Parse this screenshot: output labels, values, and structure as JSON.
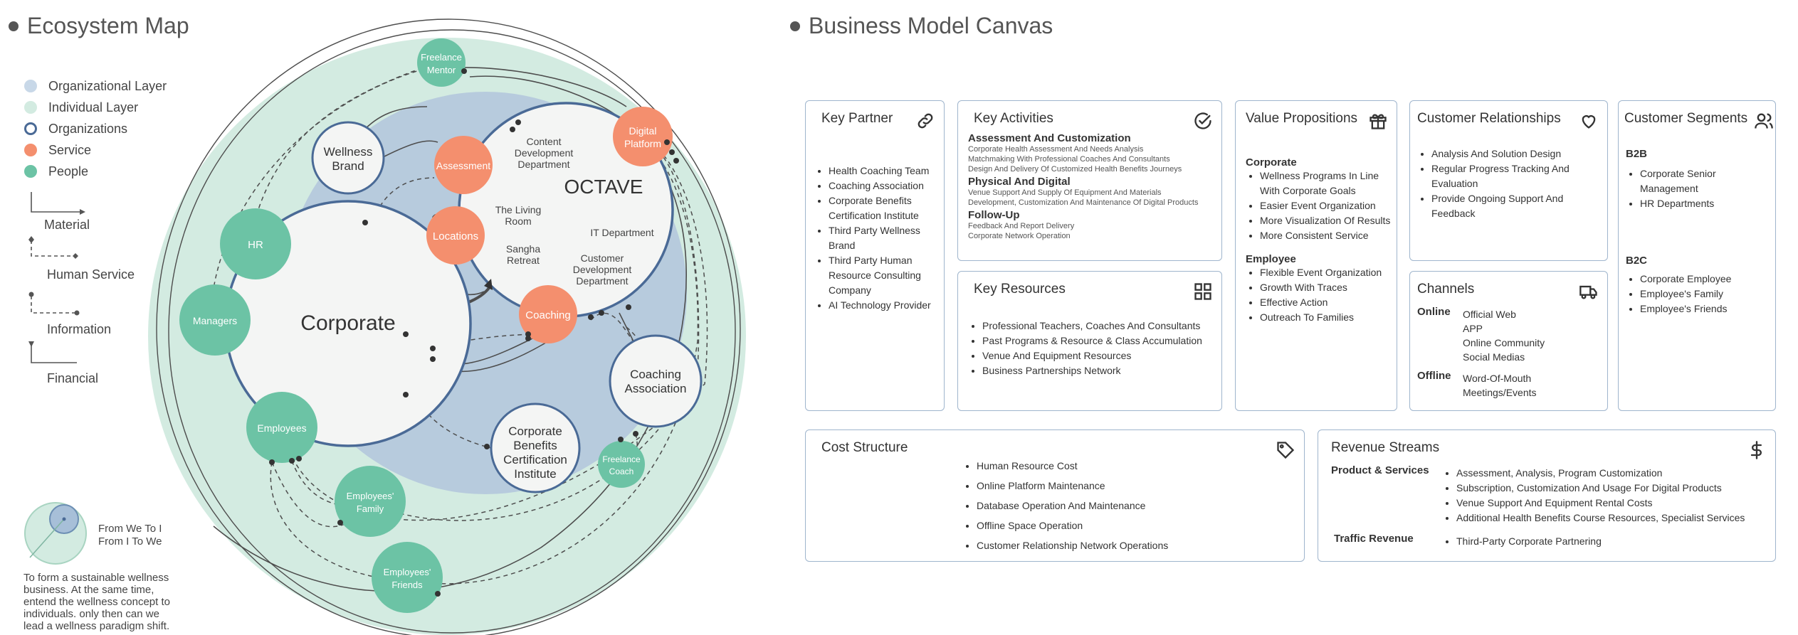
{
  "ecosystem": {
    "title": "Ecosystem Map",
    "legend": [
      {
        "label": "Organizational Layer",
        "color": "#c8d8e8",
        "style": "fill"
      },
      {
        "label": "Individual Layer",
        "color": "#d3ebe1",
        "style": "fill"
      },
      {
        "label": "Organizations",
        "color": "#4a6a96",
        "style": "ring"
      },
      {
        "label": "Service",
        "color": "#f48f6e",
        "style": "fill"
      },
      {
        "label": "People",
        "color": "#6cc3a5",
        "style": "fill"
      }
    ],
    "connectors": [
      "Material",
      "Human Service",
      "Information",
      "Financial"
    ],
    "from_we": [
      "From We To I",
      "From I To We"
    ],
    "note": "To form a sustainable wellness business. At the same time, entend the wellness concept to individuals. only then can we lead a wellness paradigm shift.",
    "nodes": {
      "corporate": "Corporate",
      "octave": "OCTAVE",
      "wellness_brand": [
        "Wellness",
        "Brand"
      ],
      "coaching_association": [
        "Coaching",
        "Association"
      ],
      "corporate_benefits": [
        "Corporate",
        "Benefits",
        "Certification",
        "Institute"
      ],
      "assessment": "Assessment",
      "locations": "Locations",
      "coaching": "Coaching",
      "digital_platform": [
        "Digital",
        "Platform"
      ],
      "freelance_mentor": [
        "Freelance",
        "Mentor"
      ],
      "freelance_coach": [
        "Freelance",
        "Coach"
      ],
      "hr": "HR",
      "managers": "Managers",
      "employees": "Employees",
      "employees_family": [
        "Employees'",
        "Family"
      ],
      "employees_friends": [
        "Employees'",
        "Friends"
      ],
      "content_dept": [
        "Content",
        "Development",
        "Department"
      ],
      "living_room": [
        "The Living",
        "Room"
      ],
      "sangha_retreat": [
        "Sangha",
        "Retreat"
      ],
      "it_dept": "IT Department",
      "customer_dept": [
        "Customer",
        "Development",
        "Department"
      ]
    }
  },
  "canvas": {
    "title": "Business Model Canvas",
    "key_partner": {
      "title": "Key Partner",
      "icon": "link-icon",
      "items": [
        "Health Coaching Team",
        "Coaching Association",
        "Corporate Benefits Certification Institute",
        "Third Party Wellness Brand",
        "Third Party Human Resource Consulting Company",
        "AI Technology Provider"
      ]
    },
    "key_activities": {
      "title": "Key Activities",
      "icon": "check-circle-icon",
      "groups": [
        {
          "head": "Assessment And Customization",
          "lines": [
            "Corporate Health Assessment And Needs Analysis",
            "Matchmaking With Professional Coaches And Consultants",
            "Design And Delivery Of Customized Health Benefits Journeys"
          ]
        },
        {
          "head": "Physical And Digital",
          "lines": [
            "Venue Support And Supply Of Equipment And Materials",
            "Development, Customization And Maintenance Of Digital Products"
          ]
        },
        {
          "head": "Follow-Up",
          "lines": [
            "Feedback And Report Delivery",
            "Corporate Network Operation"
          ]
        }
      ]
    },
    "key_resources": {
      "title": "Key Resources",
      "icon": "grid-icon",
      "items": [
        "Professional Teachers, Coaches And Consultants",
        "Past Programs & Resource & Class Accumulation",
        "Venue And Equipment Resources",
        "Business Partnerships Network"
      ]
    },
    "value_propositions": {
      "title": "Value Propositions",
      "icon": "gift-icon",
      "corporate_head": "Corporate",
      "corporate": [
        "Wellness Programs In Line With Corporate Goals",
        "Easier Event Organization",
        "More Visualization Of Results",
        "More Consistent Service"
      ],
      "employee_head": "Employee",
      "employee": [
        "Flexible Event Organization",
        "Growth With Traces",
        "Effective Action",
        "Outreach To Families"
      ]
    },
    "customer_relationships": {
      "title": "Customer Relationships",
      "icon": "heart-icon",
      "items": [
        "Analysis And Solution Design",
        "Regular Progress Tracking And Evaluation",
        "Provide Ongoing Support And Feedback"
      ]
    },
    "channels": {
      "title": "Channels",
      "icon": "truck-icon",
      "online_label": "Online",
      "online": [
        "Official Web",
        "APP",
        "Online Community",
        "Social Medias"
      ],
      "offline_label": "Offline",
      "offline": [
        "Word-Of-Mouth",
        "Meetings/Events"
      ]
    },
    "customer_segments": {
      "title": "Customer Segments",
      "icon": "users-icon",
      "b2b_head": "B2B",
      "b2b": [
        "Corporate Senior Management",
        "HR Departments"
      ],
      "b2c_head": "B2C",
      "b2c": [
        "Corporate Employee",
        "Employee's Family",
        "Employee's Friends"
      ]
    },
    "cost_structure": {
      "title": "Cost Structure",
      "icon": "tag-icon",
      "items": [
        "Human Resource Cost",
        "Online Platform Maintenance",
        "Database Operation And Maintenance",
        "Offline Space Operation",
        "Customer Relationship Network Operations"
      ]
    },
    "revenue_streams": {
      "title": "Revenue Streams",
      "icon": "dollar-icon",
      "ps_label": "Product & Services",
      "ps": [
        "Assessment, Analysis, Program Customization",
        "Subscription, Customization And Usage For Digital Products",
        "Venue Support And Equipment Rental Costs",
        "Additional Health Benefits Course Resources, Specialist Services"
      ],
      "traffic_label": "Traffic Revenue",
      "traffic": [
        "Third-Party Corporate Partnering"
      ]
    }
  }
}
